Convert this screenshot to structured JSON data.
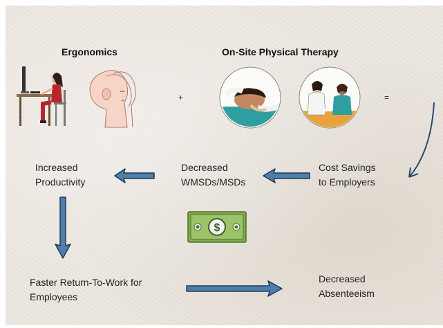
{
  "headings": {
    "ergonomics": "Ergonomics",
    "onsite_pt": "On-Site Physical Therapy"
  },
  "operators": {
    "plus": "+",
    "equals": "="
  },
  "nodes": {
    "cost_savings": [
      "Cost Savings",
      "to Employers"
    ],
    "decreased_wmsds": [
      "Decreased",
      "WMSDs/MSDs"
    ],
    "increased_productivity": [
      "Increased",
      "Productivity"
    ],
    "faster_rtw": [
      "Faster Return-To-Work for",
      "Employees"
    ],
    "decreased_absenteeism": [
      "Decreased",
      "Absenteeism"
    ]
  },
  "icons": {
    "workstation": "person-at-computer-desk-icon",
    "posture": "head-posture-icon",
    "massage": "head-massage-icon",
    "consult": "therapist-consultation-icon",
    "money": "dollar-bill-icon"
  },
  "colors": {
    "arrow_fill": "#4f7fa8",
    "arrow_stroke": "#1d3a5c",
    "money_green": "#7fae4e"
  }
}
